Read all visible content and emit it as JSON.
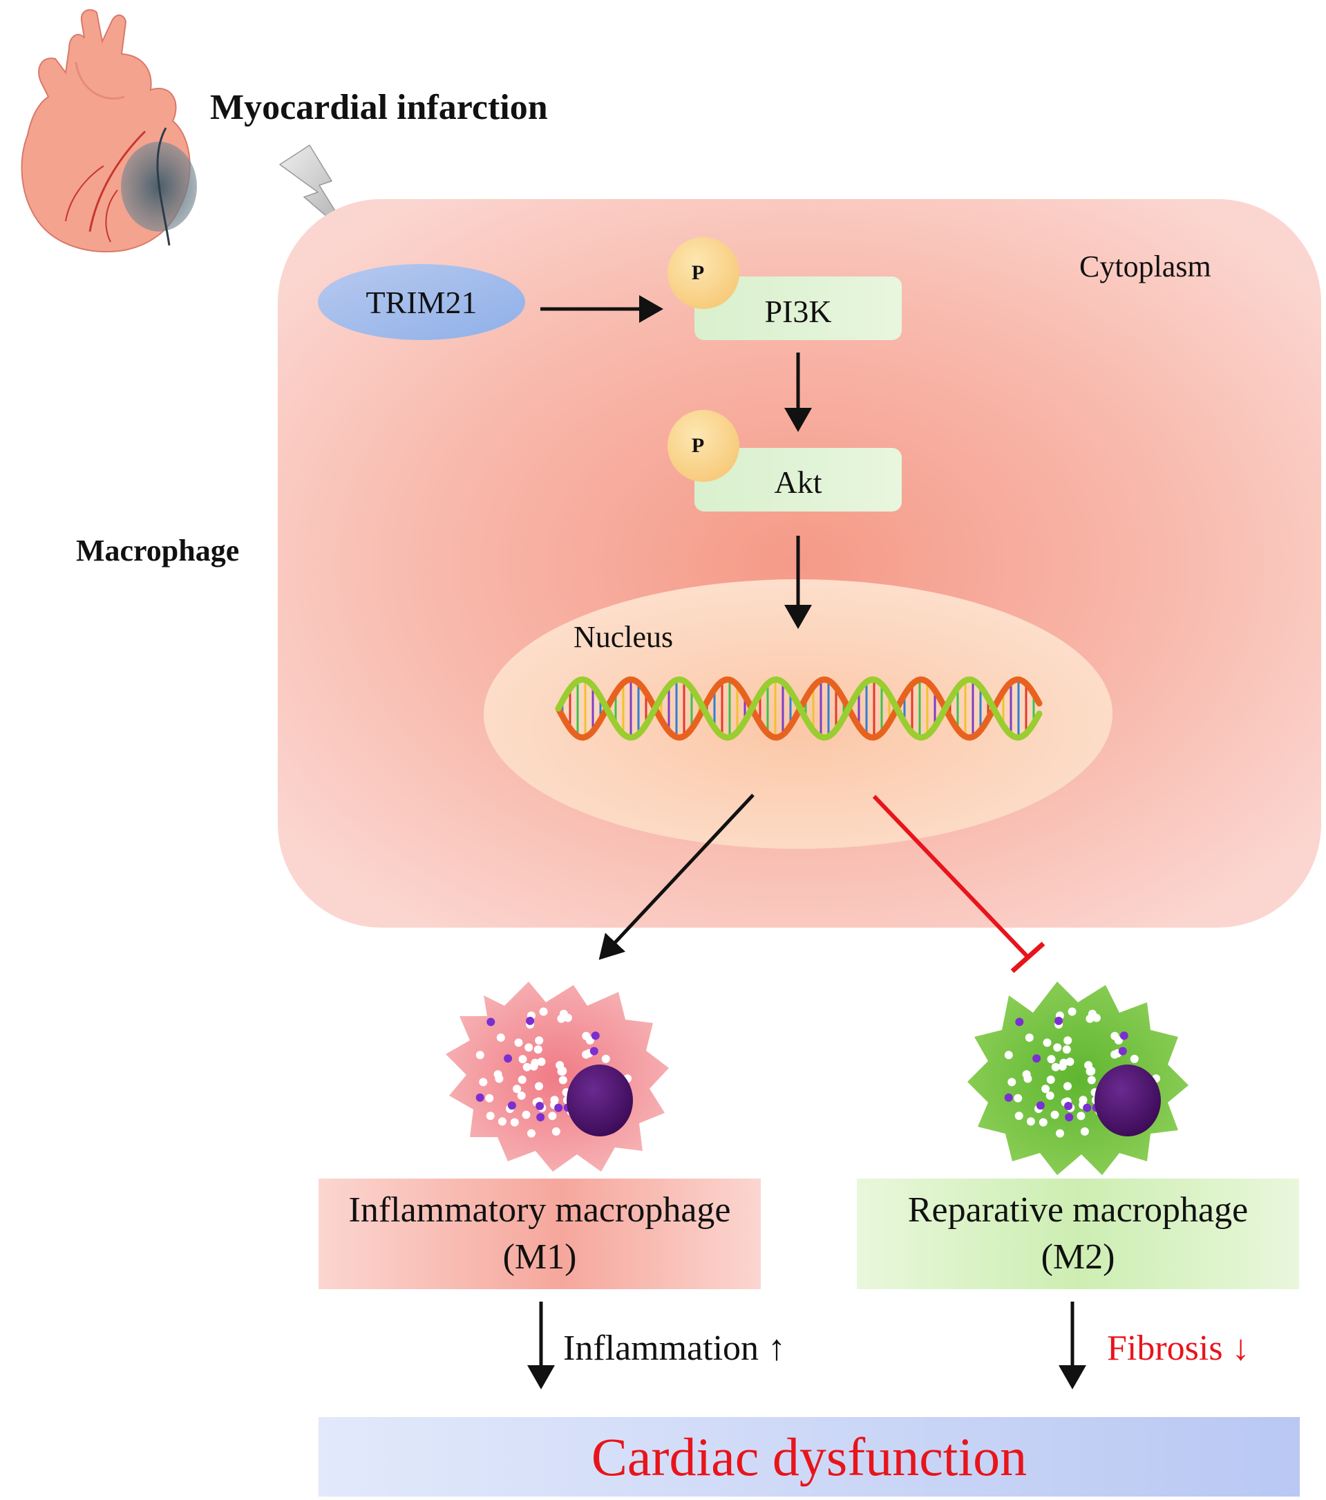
{
  "header": {
    "title": "Myocardial infarction"
  },
  "labels": {
    "macrophage": "Macrophage",
    "cytoplasm": "Cytoplasm",
    "nucleus": "Nucleus"
  },
  "pathway": {
    "trim21": "TRIM21",
    "pi3k": "PI3K",
    "akt": "Akt",
    "phospho": "P"
  },
  "outcomes": {
    "m1": {
      "line1": "Inflammatory macrophage",
      "line2": "(M1)"
    },
    "m2": {
      "line1": "Reparative macrophage",
      "line2": "(M2)"
    },
    "inflammation": "Inflammation ↑",
    "fibrosis": "Fibrosis ↓",
    "cardiac": "Cardiac dysfunction"
  },
  "colors": {
    "inhibit": "#e8141b",
    "arrow": "#111111",
    "cell_bg": "#f8c4bb",
    "m1_cell": "#f4a3a6",
    "m2_cell": "#7cc84a",
    "nucleus_purple": "#4b1569"
  }
}
